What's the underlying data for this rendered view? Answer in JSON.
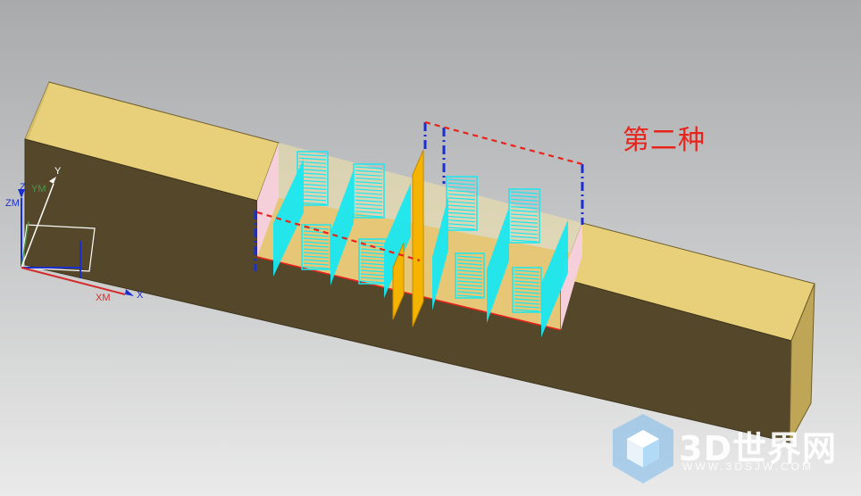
{
  "annotation": {
    "text": "第二种",
    "color": "#e8231c"
  },
  "axes": {
    "y_label": "Y",
    "ym_label": "YM",
    "z_label": "Z",
    "zm_label": "ZM",
    "xm_label": "XM",
    "x_label": "X",
    "colors": {
      "x": "#1b2ecf",
      "xm": "#d42a2a",
      "y": "#ffffff",
      "ym": "#4c9a4c",
      "z": "#1b2ecf",
      "zm": "#1b2ecf"
    }
  },
  "model": {
    "block_top_color": "#e8cf79",
    "block_side_color": "#55482a",
    "block_end_color": "#bfa657",
    "toolpath_color": "#19e8f0",
    "toolpath_slot_count": 5,
    "plane_color": "#f4b400",
    "boundary_color": "#1b2ecf",
    "dash_color": "#e8231c"
  },
  "watermark": {
    "title": "3D世界网",
    "subtitle": "WWW.3DSJW.COM",
    "color": "#3d8fd0"
  }
}
